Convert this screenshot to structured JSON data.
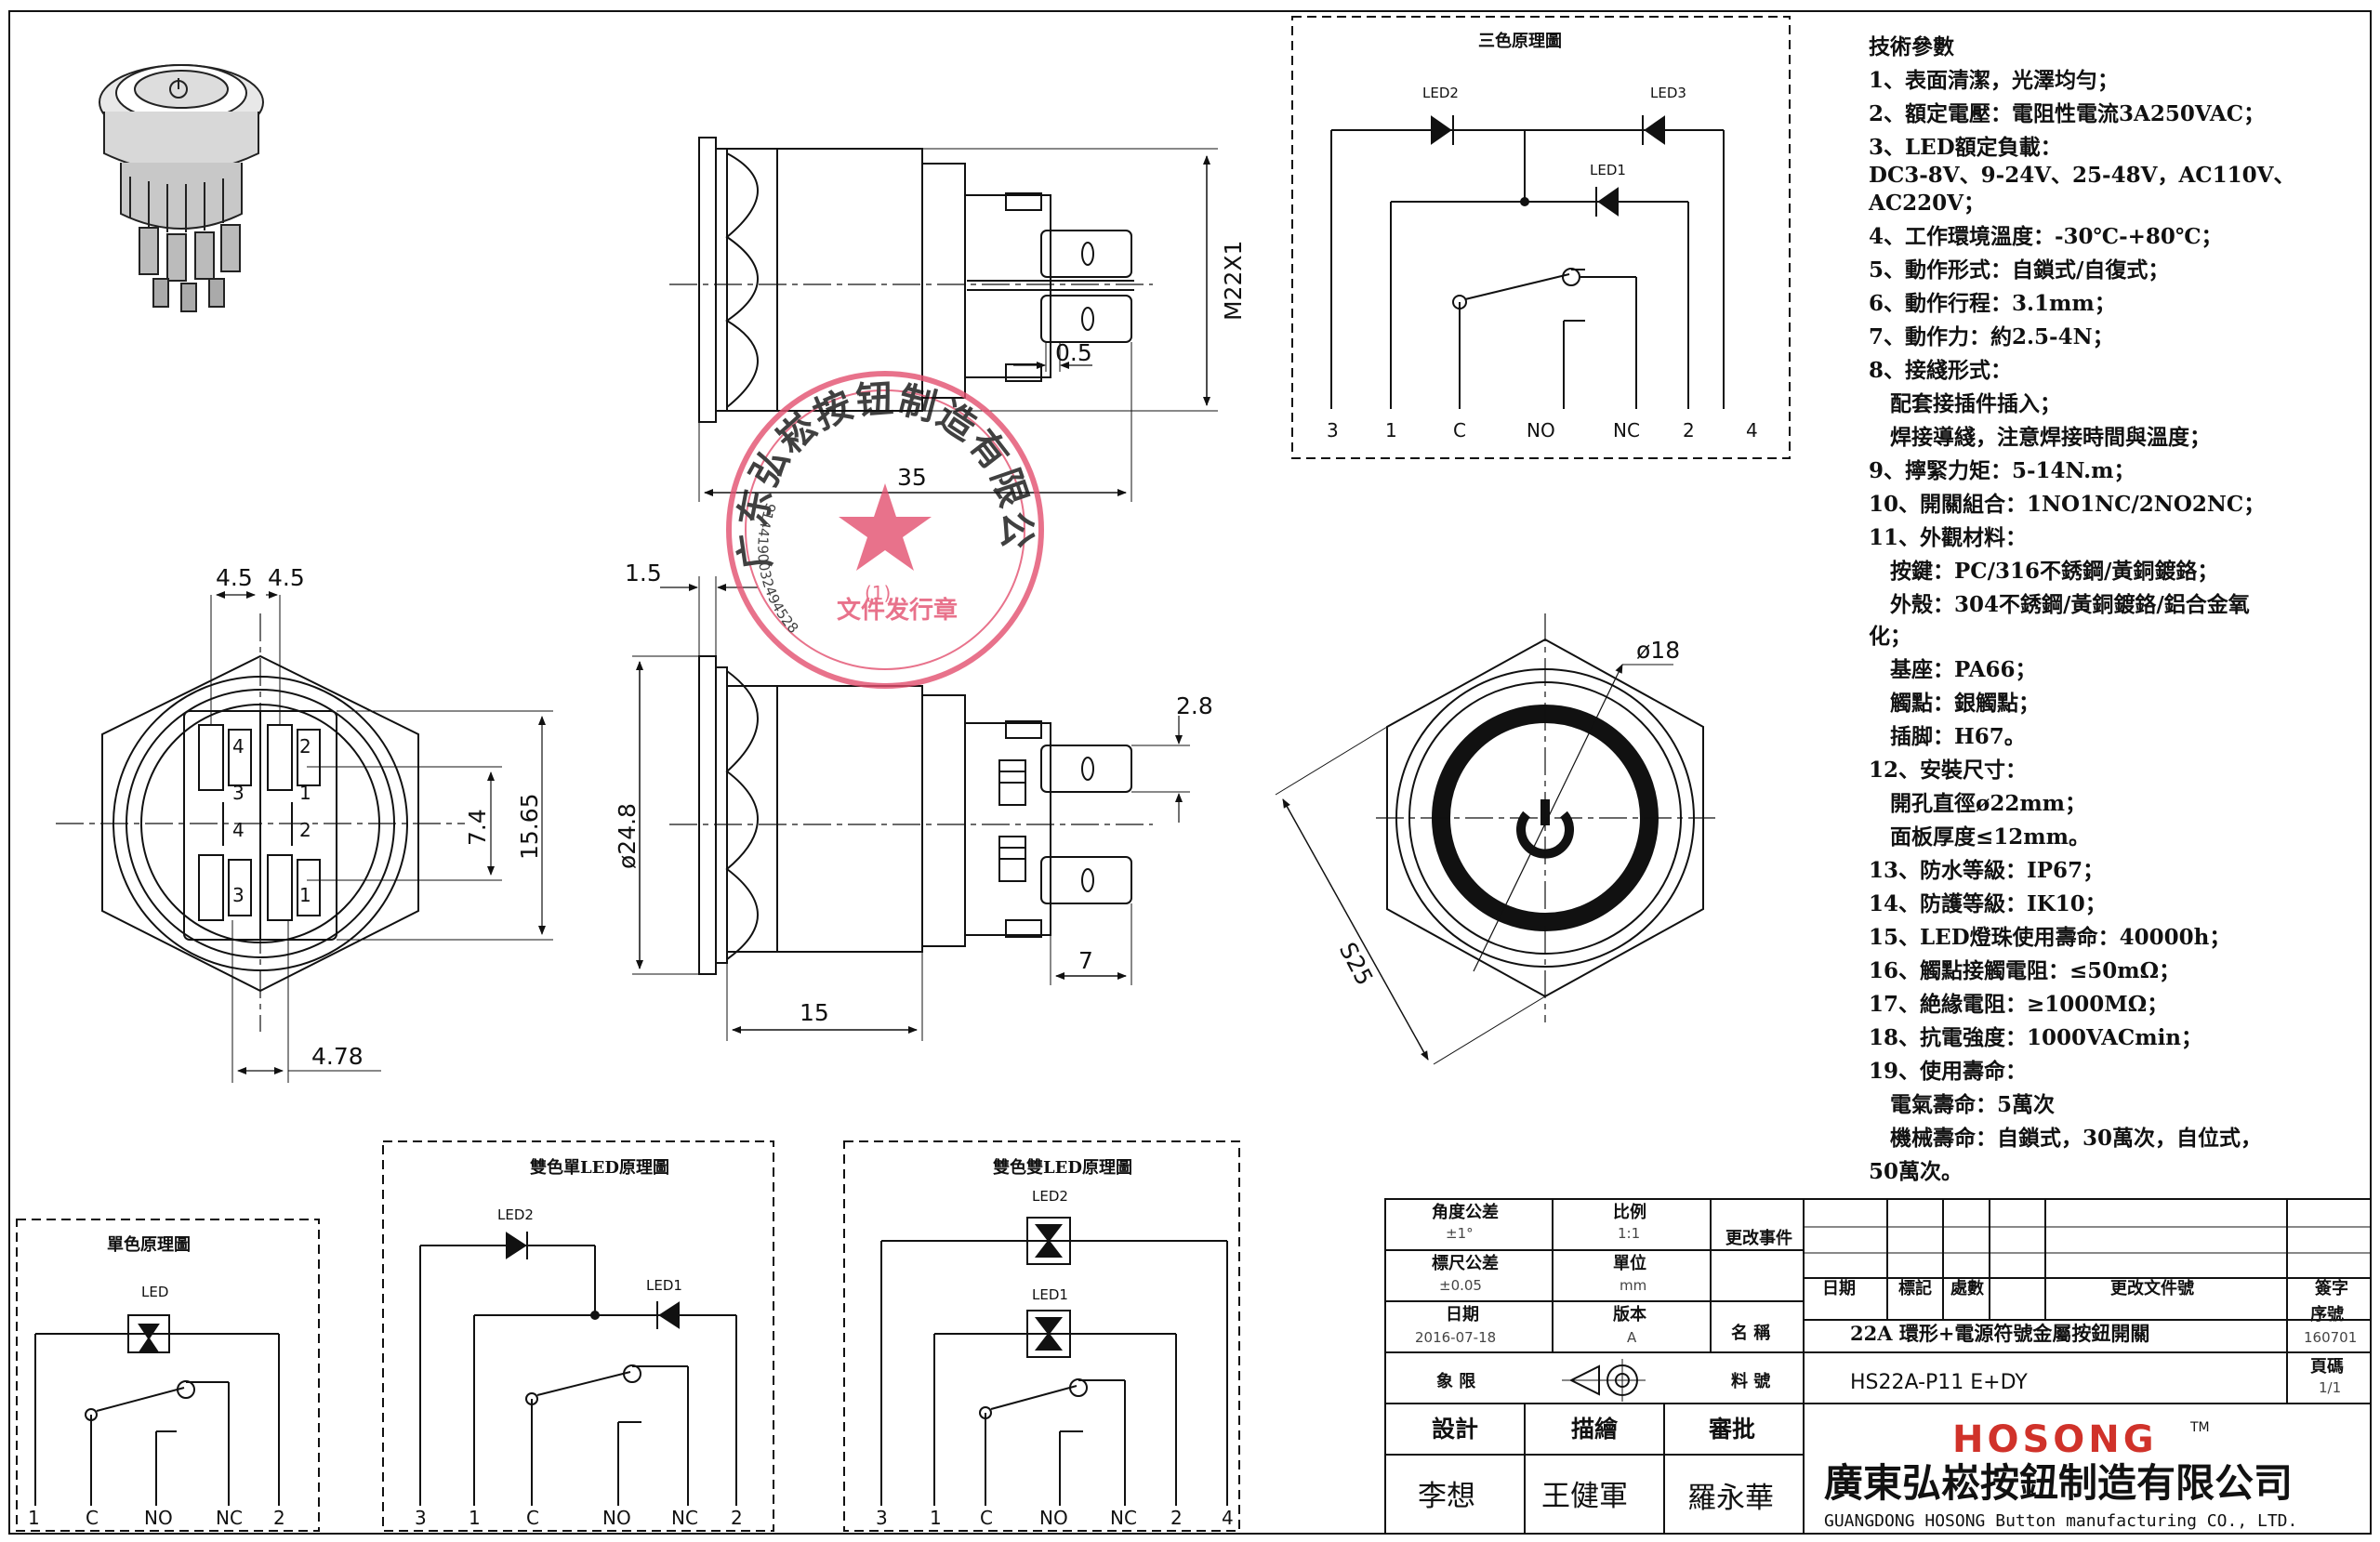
{
  "schematic_three": {
    "title": "三色原理圖",
    "led_labels": [
      "LED2",
      "LED3",
      "LED1"
    ],
    "pins": [
      "3",
      "1",
      "C",
      "NO",
      "NC",
      "2",
      "4"
    ]
  },
  "schematic_single": {
    "title": "單色原理圖",
    "led_labels": [
      "LED"
    ],
    "pins": [
      "1",
      "C",
      "NO",
      "NC",
      "2"
    ]
  },
  "schematic_bi_single": {
    "title": "雙色單LED原理圖",
    "led_labels": [
      "LED2",
      "LED1"
    ],
    "pins": [
      "3",
      "1",
      "C",
      "NO",
      "NC",
      "2"
    ]
  },
  "schematic_bi_double": {
    "title": "雙色雙LED原理圖",
    "led_labels": [
      "LED2",
      "LED1"
    ],
    "pins": [
      "3",
      "1",
      "C",
      "NO",
      "NC",
      "2",
      "4"
    ]
  },
  "dimensions": {
    "m22": "M22X1",
    "half": "0.5",
    "length": "35",
    "t1": "1.5",
    "dia24": "ø24.8",
    "t28": "2.8",
    "t7": "7",
    "t15": "15",
    "w45a": "4.5",
    "w45b": "4.5",
    "h74": "7.4",
    "h1565": "15.65",
    "w478": "4.78",
    "dia18": "ø18",
    "s25": "S25"
  },
  "bottom_view": {
    "pin_labels": [
      "4",
      "2",
      "1",
      "2",
      "3",
      "4",
      "3",
      "1"
    ]
  },
  "stamp": {
    "outer_text": "广东弘崧按钮制造有限公司",
    "inner_text": "文件发行章",
    "inner_mark": "(1)",
    "code": "9144190032494528"
  },
  "specs": {
    "title": "技術參數",
    "lines": [
      "1、表面清潔，光澤均勻；",
      "2、額定電壓：電阻性電流3A250VAC；",
      "3、LED額定負載：",
      "DC3-8V、9-24V、25-48V，AC110V、",
      "AC220V；",
      "4、工作環境溫度：-30℃-+80℃；",
      "5、動作形式：自鎖式/自復式；",
      "6、動作行程：3.1mm；",
      "7、動作力：約2.5-4N；",
      "8、接綫形式：",
      "　配套接插件插入；",
      "　焊接導綫，注意焊接時間與溫度；",
      "9、擰緊力矩：5-14N.m；",
      "10、開關組合：1NO1NC/2NO2NC；",
      "11、外觀材料：",
      "　按鍵：PC/316不銹鋼/黃銅鍍鉻；",
      "　外殼：304不銹鋼/黃銅鍍鉻/鋁合金氧",
      "化；",
      "　基座：PA66；",
      "　觸點：銀觸點；",
      "　插脚：H67。",
      "12、安裝尺寸：",
      "　開孔直徑ø22mm；",
      "　面板厚度≤12mm。",
      "13、防水等級：IP67；",
      "14、防護等級：IK10；",
      "15、LED燈珠使用壽命：40000h；",
      "16、觸點接觸電阻：≤50mΩ；",
      "17、絶緣電阻：≥1000MΩ；",
      "18、抗電強度：1000VACmin；",
      "19、使用壽命：",
      "　電氣壽命：5萬次",
      "　機械壽命：自鎖式，30萬次，自位式，",
      "50萬次。"
    ]
  },
  "title_block": {
    "angle_tol_label": "角度公差",
    "angle_tol_value": "±1°",
    "scale_label": "比例",
    "scale_value": "1:1",
    "size_tol_label": "標尺公差",
    "size_tol_value": "±0.05",
    "unit_label": "單位",
    "unit_value": "mm",
    "date_label": "日期",
    "date_value": "2016-07-18",
    "version_label": "版本",
    "version_value": "A",
    "change_label": "更改事件",
    "rev_headers": [
      "日期",
      "標記",
      "處數",
      "更改文件號",
      "簽字"
    ],
    "name_label": "名 稱",
    "name_value": "22A 環形+電源符號金屬按鈕開關",
    "serial_label": "序號",
    "serial_value": "160701",
    "quadrant_label": "象 限",
    "part_label": "料 號",
    "part_value": "HS22A-P11 E+DY",
    "page_label": "頁碼",
    "page_value": "1/1",
    "design_label": "設計",
    "draw_label": "描繪",
    "review_label": "審批",
    "designer": "李想",
    "drafter": "王健軍",
    "reviewer": "羅永華",
    "brand": "HOSONG",
    "tm": "TM",
    "company_cn": "廣東弘崧按鈕制造有限公司",
    "company_en": "GUANGDONG HOSONG Button manufacturing CO., LTD."
  }
}
